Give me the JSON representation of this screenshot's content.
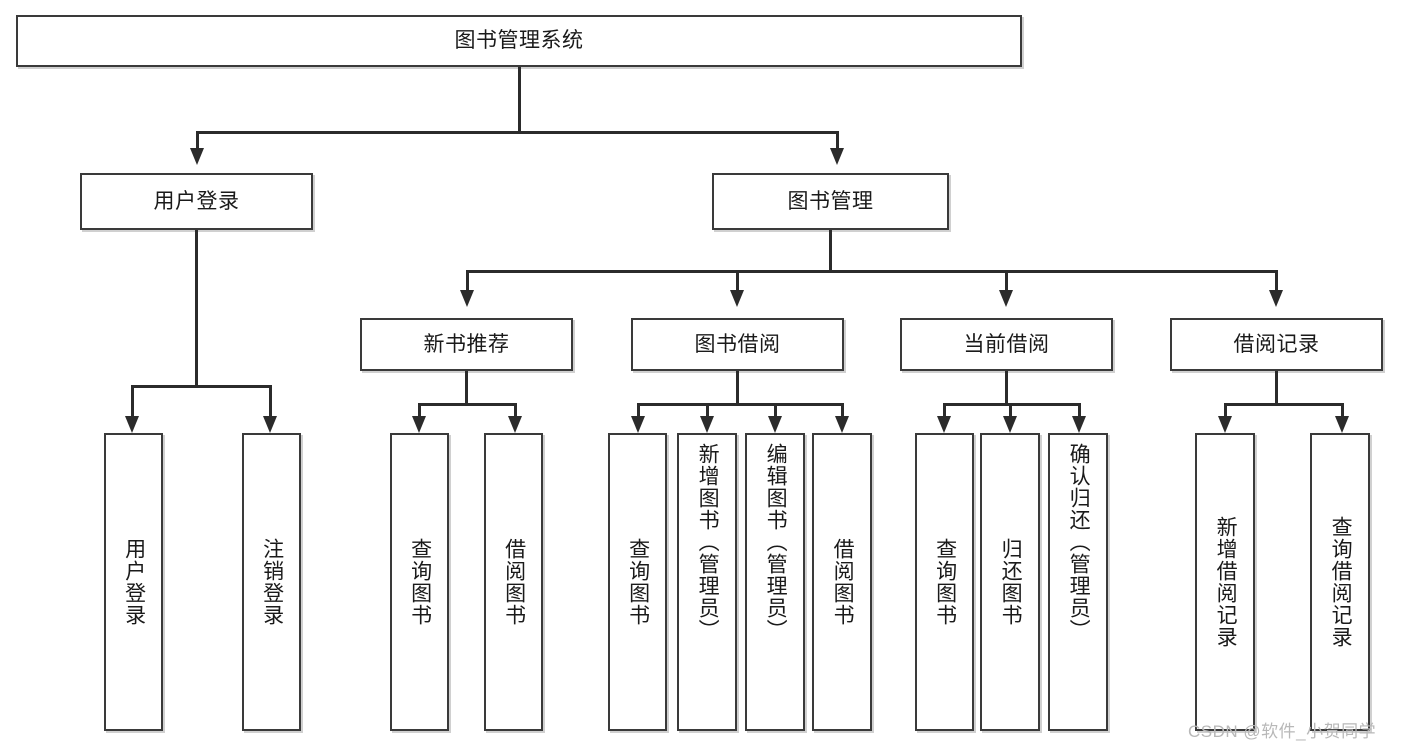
{
  "diagram": {
    "title": "图书管理系统",
    "type": "hierarchy-tree",
    "root": {
      "id": "root",
      "label": "图书管理系统"
    },
    "level2": [
      {
        "id": "user-login",
        "label": "用户登录"
      },
      {
        "id": "book-management",
        "label": "图书管理"
      }
    ],
    "level3": [
      {
        "id": "new-book-recommend",
        "label": "新书推荐"
      },
      {
        "id": "book-borrow",
        "label": "图书借阅"
      },
      {
        "id": "current-borrow",
        "label": "当前借阅"
      },
      {
        "id": "borrow-record",
        "label": "借阅记录"
      }
    ],
    "leaves": [
      {
        "id": "leaf-user-login",
        "label": "用户登录",
        "parent": "user-login"
      },
      {
        "id": "leaf-logout-login",
        "label": "注销登录",
        "parent": "user-login"
      },
      {
        "id": "leaf-query-book-1",
        "label": "查询图书",
        "parent": "new-book-recommend"
      },
      {
        "id": "leaf-borrow-book-1",
        "label": "借阅图书",
        "parent": "new-book-recommend"
      },
      {
        "id": "leaf-query-book-2",
        "label": "查询图书",
        "parent": "book-borrow"
      },
      {
        "id": "leaf-add-book",
        "label": "新增图书（管理员）",
        "parent": "book-borrow"
      },
      {
        "id": "leaf-edit-book",
        "label": "编辑图书（管理员）",
        "parent": "book-borrow"
      },
      {
        "id": "leaf-borrow-book-2",
        "label": "借阅图书",
        "parent": "book-borrow"
      },
      {
        "id": "leaf-query-book-3",
        "label": "查询图书",
        "parent": "current-borrow"
      },
      {
        "id": "leaf-return-book",
        "label": "归还图书",
        "parent": "current-borrow"
      },
      {
        "id": "leaf-confirm-return",
        "label": "确认归还（管理员）",
        "parent": "current-borrow"
      },
      {
        "id": "leaf-add-record",
        "label": "新增借阅记录",
        "parent": "borrow-record"
      },
      {
        "id": "leaf-query-record",
        "label": "查询借阅记录",
        "parent": "borrow-record"
      }
    ]
  },
  "watermark": {
    "text": "CSDN @软件_小贺同学"
  },
  "colors": {
    "border": "#3a3a3a",
    "line": "#2b2b2b",
    "background": "#ffffff",
    "text": "#1a1a1a",
    "watermark": "#b8b8b8"
  }
}
